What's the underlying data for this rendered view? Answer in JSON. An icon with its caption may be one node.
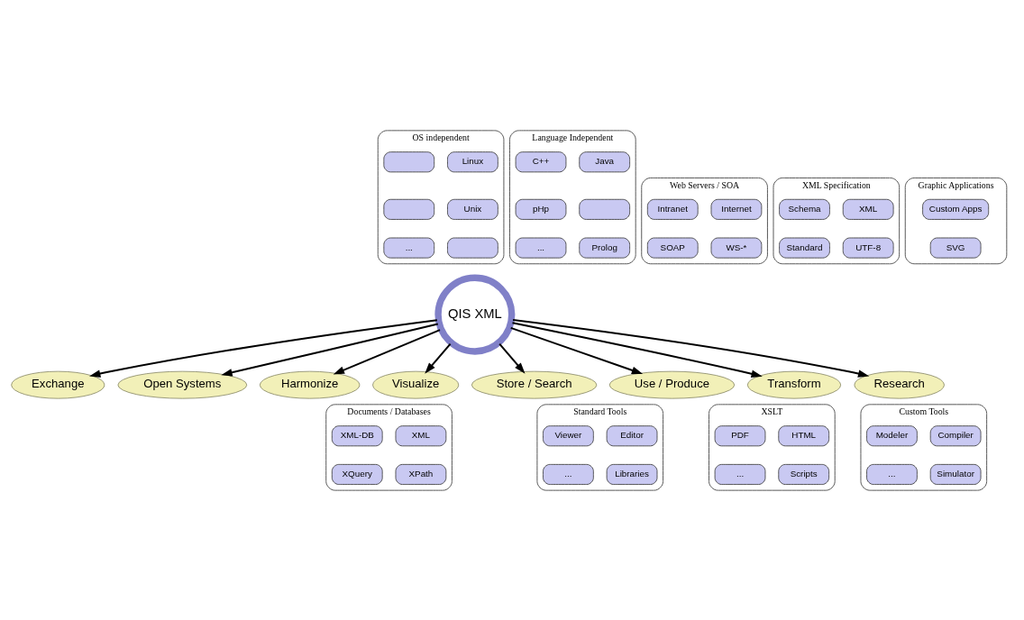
{
  "diagram": {
    "nodes": [
      {
        "text": [
          "OS independent"
        ]
      },
      {
        "text": [
          "Linux"
        ],
        "in": 0
      },
      {
        "text": [],
        "shape": "box",
        "in": 0
      },
      {
        "text": [
          "Unix"
        ],
        "in": 0
      },
      {
        "text": [],
        "shape": "box",
        "in": 0
      },
      {
        "text": [],
        "shape": "box",
        "in": 0
      },
      {
        "text": [
          "..."
        ],
        "in": 0
      },
      {
        "text": [
          "Language Independent"
        ]
      },
      {
        "text": [
          "Java"
        ],
        "in": 7
      },
      {
        "text": [
          "C++"
        ],
        "in": 7
      },
      {
        "text": [],
        "shape": "box",
        "in": 7
      },
      {
        "text": [
          "pHp"
        ],
        "in": 7
      },
      {
        "text": [
          "Prolog"
        ],
        "in": 7
      },
      {
        "text": [
          "..."
        ],
        "in": 7
      },
      {
        "text": [
          "Web Servers / SOA"
        ]
      },
      {
        "text": [
          "Internet"
        ],
        "in": 14
      },
      {
        "text": [
          "Intranet"
        ],
        "in": 14
      },
      {
        "text": [
          "WS-*"
        ],
        "in": 14
      },
      {
        "text": [
          "SOAP"
        ],
        "in": 14
      },
      {
        "text": [
          "XML Specification"
        ]
      },
      {
        "text": [
          "XML"
        ],
        "in": 19
      },
      {
        "text": [
          "Schema"
        ],
        "in": 19
      },
      {
        "text": [
          "UTF-8"
        ],
        "in": 19
      },
      {
        "text": [
          "Standard"
        ],
        "in": 19
      },
      {
        "text": [
          "Graphic Applications"
        ]
      },
      {
        "text": [
          "Custom Apps"
        ],
        "in": 24
      },
      {
        "text": [
          "SVG"
        ],
        "in": 24
      },
      {
        "text": [
          "Exchange"
        ]
      },
      {
        "text": [
          "Open Systems"
        ]
      },
      {
        "text": [
          "Harmonize"
        ]
      },
      {
        "text": [
          "QIS XML"
        ]
      },
      {
        "text": [
          "Visualize"
        ]
      },
      {
        "text": [
          "Store / Search"
        ]
      },
      {
        "text": [
          "Use / Produce"
        ]
      },
      {
        "text": [
          "Transform"
        ]
      },
      {
        "text": [
          "Research"
        ]
      },
      {
        "text": [
          "Documents / Databases"
        ]
      },
      {
        "text": [
          "XML"
        ],
        "in": 36
      },
      {
        "text": [
          "XML-DB"
        ],
        "in": 36
      },
      {
        "text": [
          "XPath"
        ],
        "in": 36
      },
      {
        "text": [
          "XQuery"
        ],
        "in": 36
      },
      {
        "text": [
          "Standard Tools"
        ]
      },
      {
        "text": [
          "Editor"
        ],
        "in": 41
      },
      {
        "text": [
          "Viewer"
        ],
        "in": 41
      },
      {
        "text": [
          "Libraries"
        ],
        "in": 41
      },
      {
        "text": [
          "..."
        ],
        "in": 41
      },
      {
        "text": [
          "XSLT"
        ]
      },
      {
        "text": [
          "HTML"
        ],
        "in": 46
      },
      {
        "text": [
          "PDF"
        ],
        "in": 46
      },
      {
        "text": [
          "Scripts"
        ],
        "in": 46
      },
      {
        "text": [
          "..."
        ],
        "in": 46
      },
      {
        "text": [
          "Custom Tools"
        ]
      },
      {
        "text": [
          "Compiler"
        ],
        "in": 51
      },
      {
        "text": [
          "Modeler"
        ],
        "in": 51
      },
      {
        "text": [
          "Simulator"
        ],
        "in": 51
      },
      {
        "text": [
          "..."
        ],
        "in": 51
      }
    ],
    "edges": [
      {
        "from": 30,
        "to": 27,
        "arrow": "to"
      },
      {
        "from": 30,
        "to": 28,
        "arrow": "to"
      },
      {
        "from": 30,
        "to": 29,
        "arrow": "to"
      },
      {
        "from": 30,
        "to": 31,
        "arrow": "to"
      },
      {
        "from": 30,
        "to": 32,
        "arrow": "to"
      },
      {
        "from": 30,
        "to": 33,
        "arrow": "to"
      },
      {
        "from": 30,
        "to": 34,
        "arrow": "to"
      },
      {
        "from": 30,
        "to": 35,
        "arrow": "to"
      }
    ]
  }
}
